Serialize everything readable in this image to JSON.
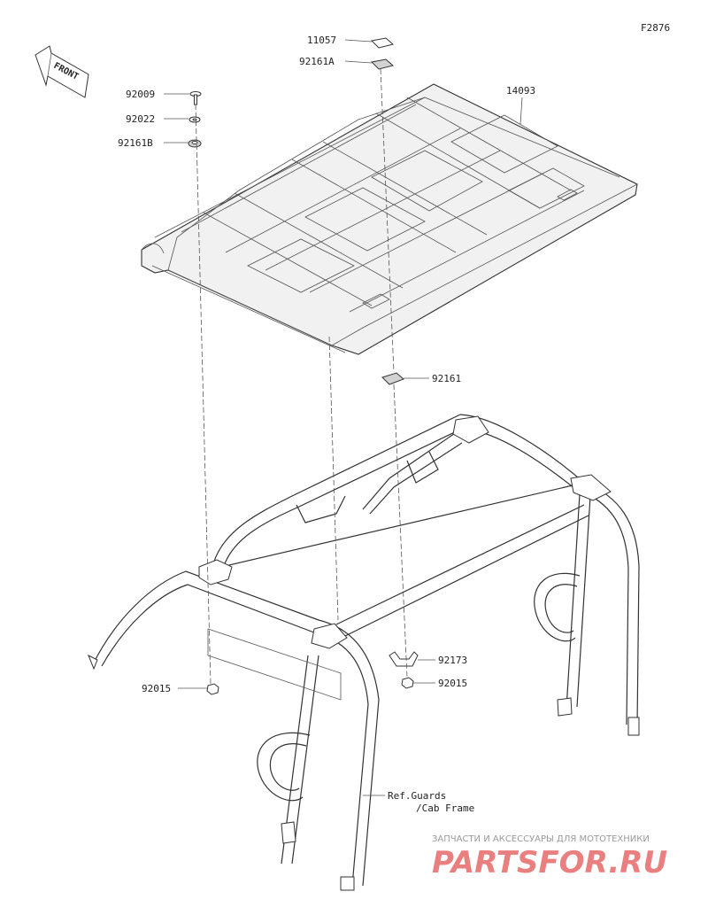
{
  "figure_code": "F2876",
  "front_label": "FRONT",
  "parts": {
    "p11057": "11057",
    "p92161A": "92161A",
    "p92009": "92009",
    "p92022": "92022",
    "p92161B": "92161B",
    "p14093": "14093",
    "p92161": "92161",
    "p92173": "92173",
    "p92015_left": "92015",
    "p92015_right": "92015"
  },
  "ref_note": {
    "line1": "Ref.Guards",
    "line2": "/Cab Frame"
  },
  "watermark": {
    "top": "ЗАПЧАСТИ И АКСЕССУАРЫ ДЛЯ МОТОТЕХНИКИ",
    "brand": "PARTSFOR.RU",
    "color": "#e24a4a"
  }
}
